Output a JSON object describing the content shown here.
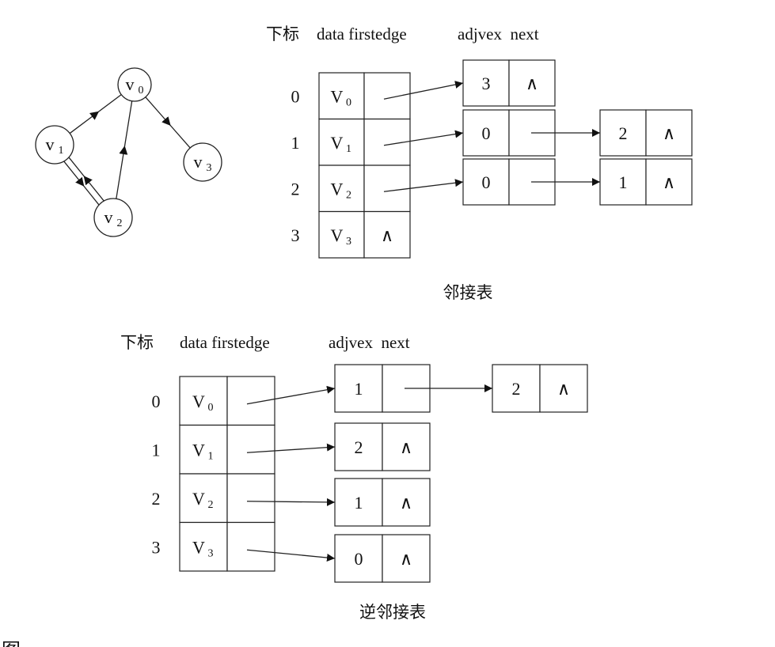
{
  "graph": {
    "vertices": [
      {
        "id": "v0",
        "letter": "v",
        "sub": "0"
      },
      {
        "id": "v1",
        "letter": "v",
        "sub": "1"
      },
      {
        "id": "v2",
        "letter": "v",
        "sub": "2"
      },
      {
        "id": "v3",
        "letter": "v",
        "sub": "3"
      }
    ],
    "edges": [
      {
        "from": "v1",
        "to": "v0"
      },
      {
        "from": "v0",
        "to": "v3"
      },
      {
        "from": "v2",
        "to": "v0"
      },
      {
        "from": "v1",
        "to": "v2"
      },
      {
        "from": "v2",
        "to": "v1"
      }
    ]
  },
  "adjacency_list": {
    "header_index": "下标",
    "header_vertex": "data firstedge",
    "header_edge": "adjvex  next",
    "caption": "邻接表",
    "null_symbol": "∧",
    "rows": [
      {
        "index": "0",
        "letter": "V",
        "sub": "0",
        "edges": [
          "3"
        ]
      },
      {
        "index": "1",
        "letter": "V",
        "sub": "1",
        "edges": [
          "0",
          "2"
        ]
      },
      {
        "index": "2",
        "letter": "V",
        "sub": "2",
        "edges": [
          "0",
          "1"
        ]
      },
      {
        "index": "3",
        "letter": "V",
        "sub": "3",
        "edges": []
      }
    ]
  },
  "inverse_adjacency_list": {
    "header_index": "下标",
    "header_vertex": "data firstedge",
    "header_edge": "adjvex  next",
    "caption": "逆邻接表",
    "null_symbol": "∧",
    "rows": [
      {
        "index": "0",
        "letter": "V",
        "sub": "0",
        "edges": [
          "1",
          "2"
        ]
      },
      {
        "index": "1",
        "letter": "V",
        "sub": "1",
        "edges": [
          "2"
        ]
      },
      {
        "index": "2",
        "letter": "V",
        "sub": "2",
        "edges": [
          "1"
        ]
      },
      {
        "index": "3",
        "letter": "V",
        "sub": "3",
        "edges": [
          "0"
        ]
      }
    ]
  },
  "footer": {
    "partial_char": "图"
  }
}
